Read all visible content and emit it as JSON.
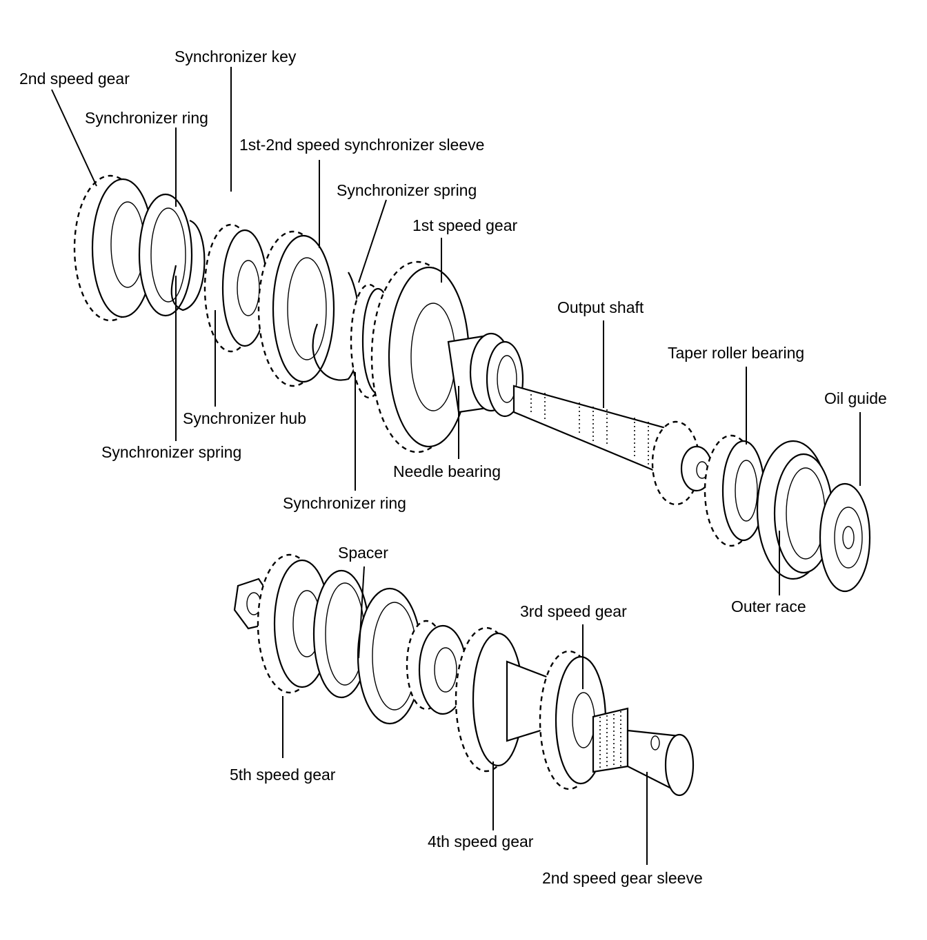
{
  "labels": {
    "second_speed_gear": "2nd speed gear",
    "synchronizer_key": "Synchronizer key",
    "synchronizer_ring_top": "Synchronizer ring",
    "sleeve_1_2": "1st-2nd speed synchronizer sleeve",
    "synchronizer_spring_top": "Synchronizer spring",
    "first_speed_gear": "1st speed gear",
    "output_shaft": "Output shaft",
    "taper_roller_bearing": "Taper roller bearing",
    "oil_guide": "Oil guide",
    "synchronizer_hub": "Synchronizer hub",
    "synchronizer_spring_bottom": "Synchronizer spring",
    "needle_bearing": "Needle bearing",
    "synchronizer_ring_bottom": "Synchronizer ring",
    "outer_race": "Outer race",
    "spacer": "Spacer",
    "third_speed_gear": "3rd speed gear",
    "fifth_speed_gear": "5th speed gear",
    "fourth_speed_gear": "4th speed gear",
    "second_speed_gear_sleeve": "2nd speed gear sleeve"
  }
}
